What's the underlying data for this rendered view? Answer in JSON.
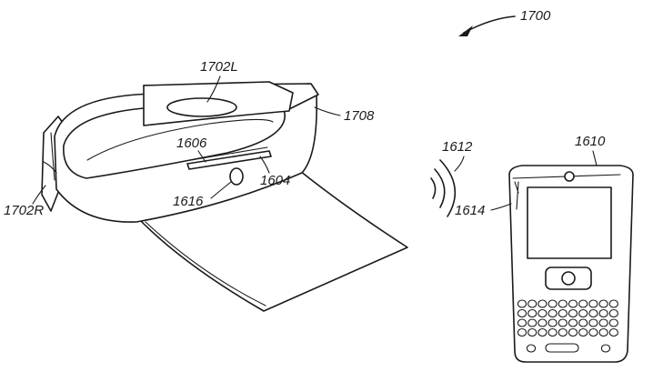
{
  "figure": {
    "label_1700": "1700",
    "label_1702L": "1702L",
    "label_1708": "1708",
    "label_1606": "1606",
    "label_1604": "1604",
    "label_1616": "1616",
    "label_1702R": "1702R",
    "label_1612": "1612",
    "label_1614": "1614",
    "label_1610": "1610"
  },
  "icons": {
    "visor": "visor-headwear-icon",
    "signal": "wireless-signal-icon",
    "phone": "mobile-phone-icon",
    "pointer": "reference-arrow-icon"
  }
}
